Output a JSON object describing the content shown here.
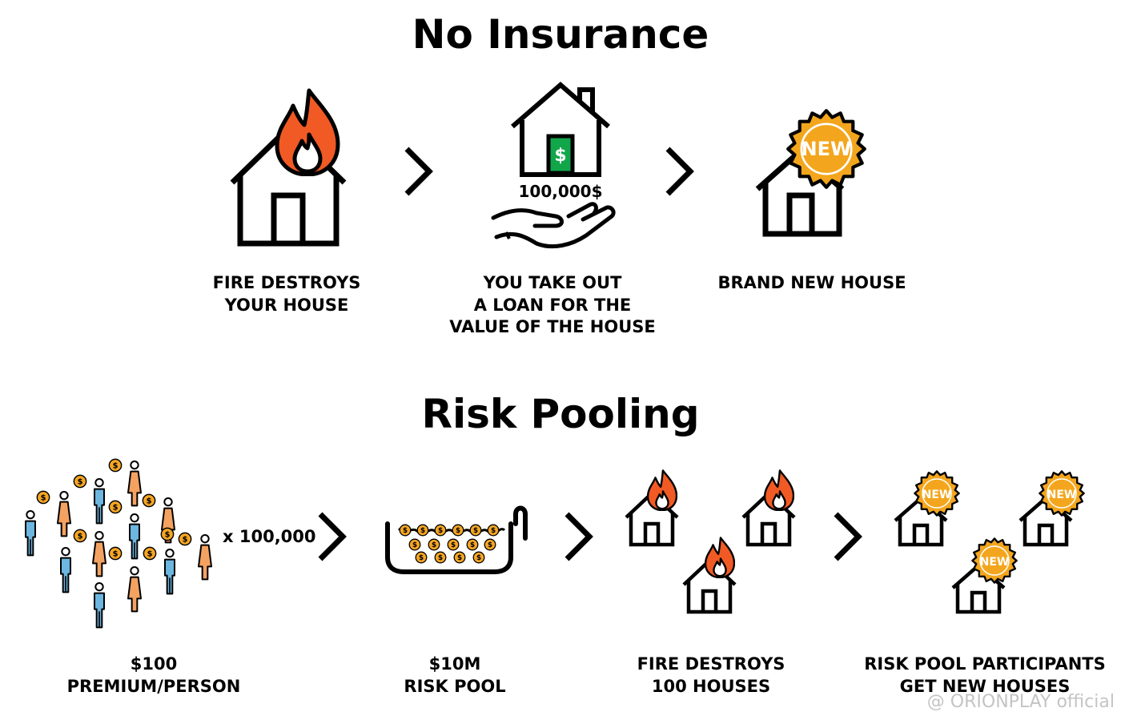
{
  "no_insurance": {
    "title": "No Insurance",
    "steps": [
      {
        "label": "FIRE DESTROYS\nYOUR HOUSE"
      },
      {
        "label": "YOU TAKE OUT\nA LOAN FOR THE\nVALUE OF THE HOUSE",
        "amount": "100,000$",
        "money_symbol": "$"
      },
      {
        "label": "BRAND NEW HOUSE",
        "badge": "NEW"
      }
    ]
  },
  "risk_pooling": {
    "title": "Risk Pooling",
    "multiplier": "x 100,000",
    "steps": [
      {
        "label": "$100\nPREMIUM/PERSON",
        "coin_symbol": "$"
      },
      {
        "label": "$10M\nRISK POOL"
      },
      {
        "label": "FIRE DESTROYS\n100 HOUSES"
      },
      {
        "label": "RISK POOL PARTICIPANTS\nGET NEW HOUSES",
        "badge": "NEW"
      }
    ]
  },
  "watermark": "@ ORIONPLAY official",
  "colors": {
    "flame": "#F15A24",
    "badge": "#F3A61D",
    "money": "#12A64A",
    "person_blue": "#6CB6E0",
    "person_orange": "#F4A261",
    "coin": "#F6A623",
    "outline": "#000000"
  }
}
